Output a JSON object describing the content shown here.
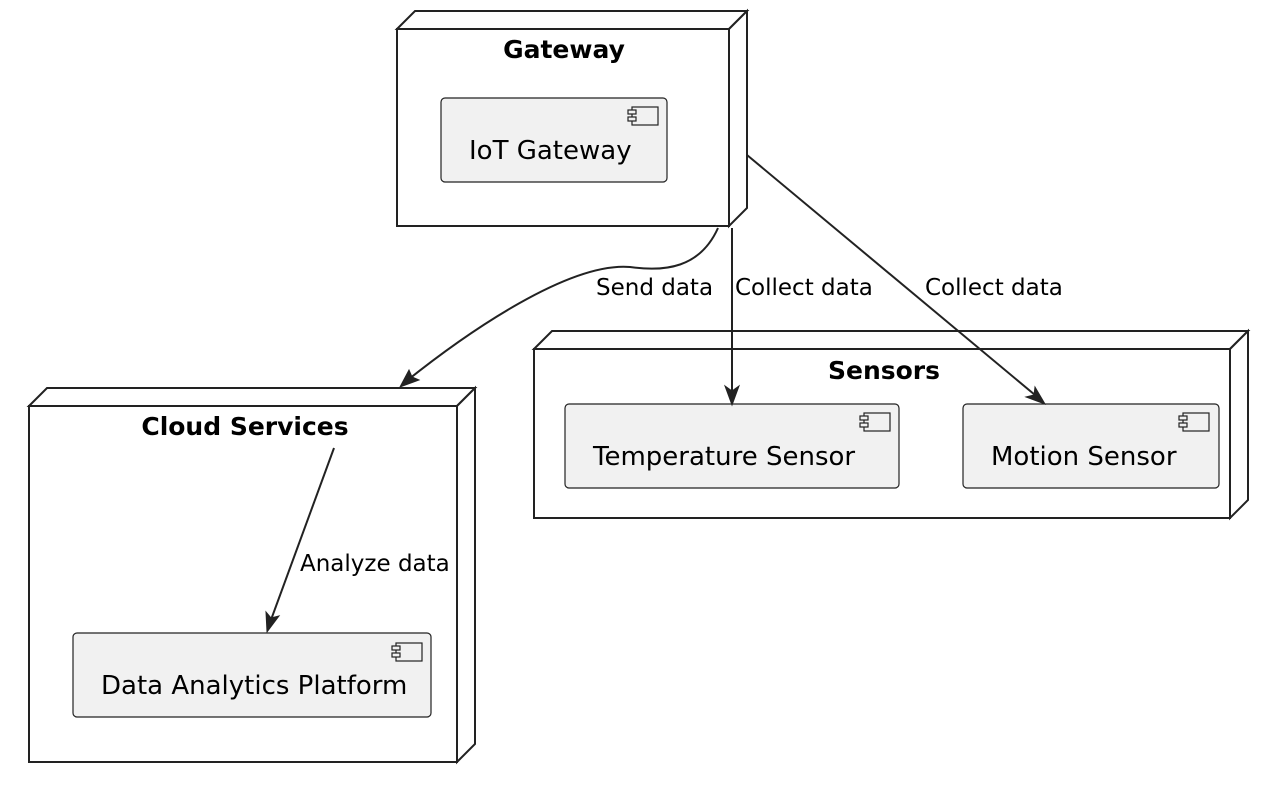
{
  "nodes": {
    "gateway": {
      "title": "Gateway",
      "components": {
        "iot_gateway": "IoT Gateway"
      }
    },
    "cloud_services": {
      "title": "Cloud Services",
      "components": {
        "data_analytics_platform": "Data Analytics Platform"
      }
    },
    "sensors": {
      "title": "Sensors",
      "components": {
        "temperature_sensor": "Temperature Sensor",
        "motion_sensor": "Motion Sensor"
      }
    }
  },
  "edges": {
    "send_data": "Send data",
    "collect_temperature": "Collect data",
    "collect_motion": "Collect data",
    "analyze_data": "Analyze data"
  }
}
